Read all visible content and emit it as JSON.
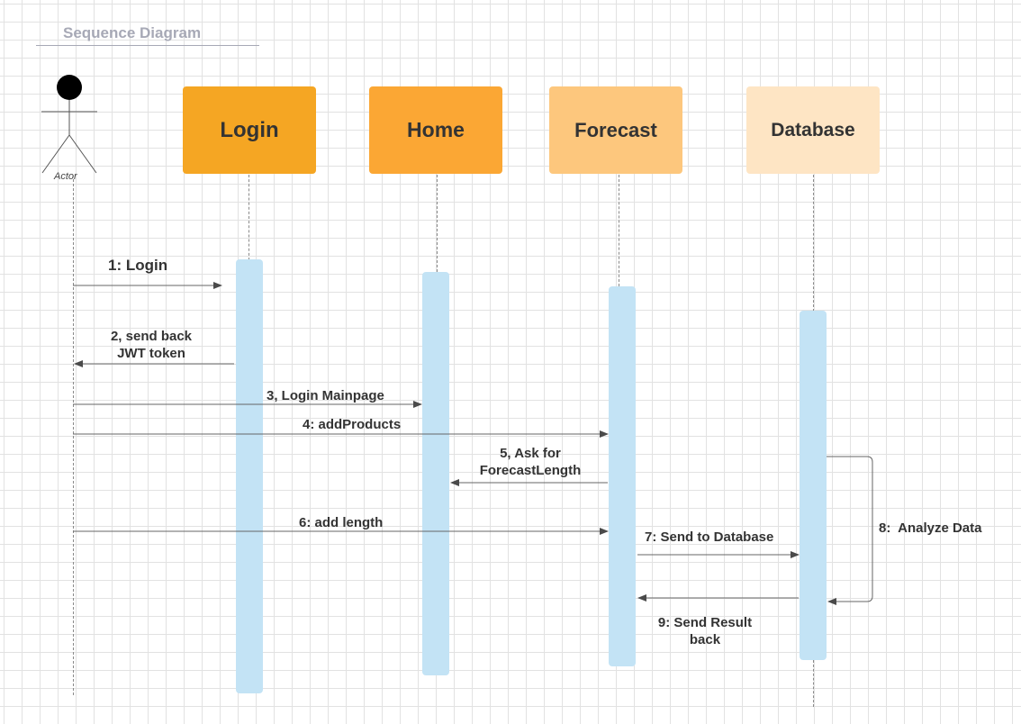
{
  "title": "Sequence Diagram",
  "actor": {
    "label": "Actor"
  },
  "participants": [
    {
      "name": "Login",
      "color": "#f5a623"
    },
    {
      "name": "Home",
      "color": "#fba734"
    },
    {
      "name": "Forecast",
      "color": "#fdc77d"
    },
    {
      "name": "Database",
      "color": "#fee5c4"
    }
  ],
  "messages": [
    {
      "number": "1",
      "label": "1: Login",
      "from": "Actor",
      "to": "Login"
    },
    {
      "number": "2",
      "label": "2, send back JWT token",
      "from": "Login",
      "to": "Actor"
    },
    {
      "number": "3",
      "label": "3, Login Mainpage",
      "from": "Actor",
      "to": "Home"
    },
    {
      "number": "4",
      "label": "4: addProducts",
      "from": "Actor",
      "to": "Forecast"
    },
    {
      "number": "5",
      "label": "5, Ask for ForecastLength",
      "from": "Forecast",
      "to": "Home"
    },
    {
      "number": "6",
      "label": "6: add length",
      "from": "Actor",
      "to": "Forecast"
    },
    {
      "number": "7",
      "label": "7: Send to Database",
      "from": "Forecast",
      "to": "Database"
    },
    {
      "number": "8",
      "label": "8:  Analyze Data",
      "from": "Database",
      "to": "Database"
    },
    {
      "number": "9",
      "label": "9: Send Result back",
      "from": "Database",
      "to": "Forecast"
    }
  ],
  "display": {
    "msg2_line1": "2, send back",
    "msg2_line2": "JWT token",
    "msg5_line1": "5, Ask for",
    "msg5_line2": "ForecastLength",
    "msg9_line1": "9: Send Result",
    "msg9_line2": "back"
  }
}
